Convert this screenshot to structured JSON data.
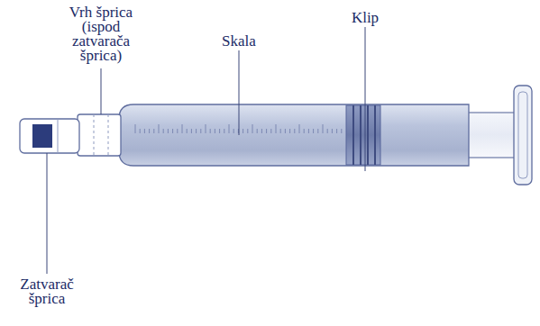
{
  "diagram": {
    "labels": [
      "Vrh šprica (ispod zatvarača šprica)",
      "Skala",
      "Klip",
      "Zatvarač šprica"
    ]
  }
}
